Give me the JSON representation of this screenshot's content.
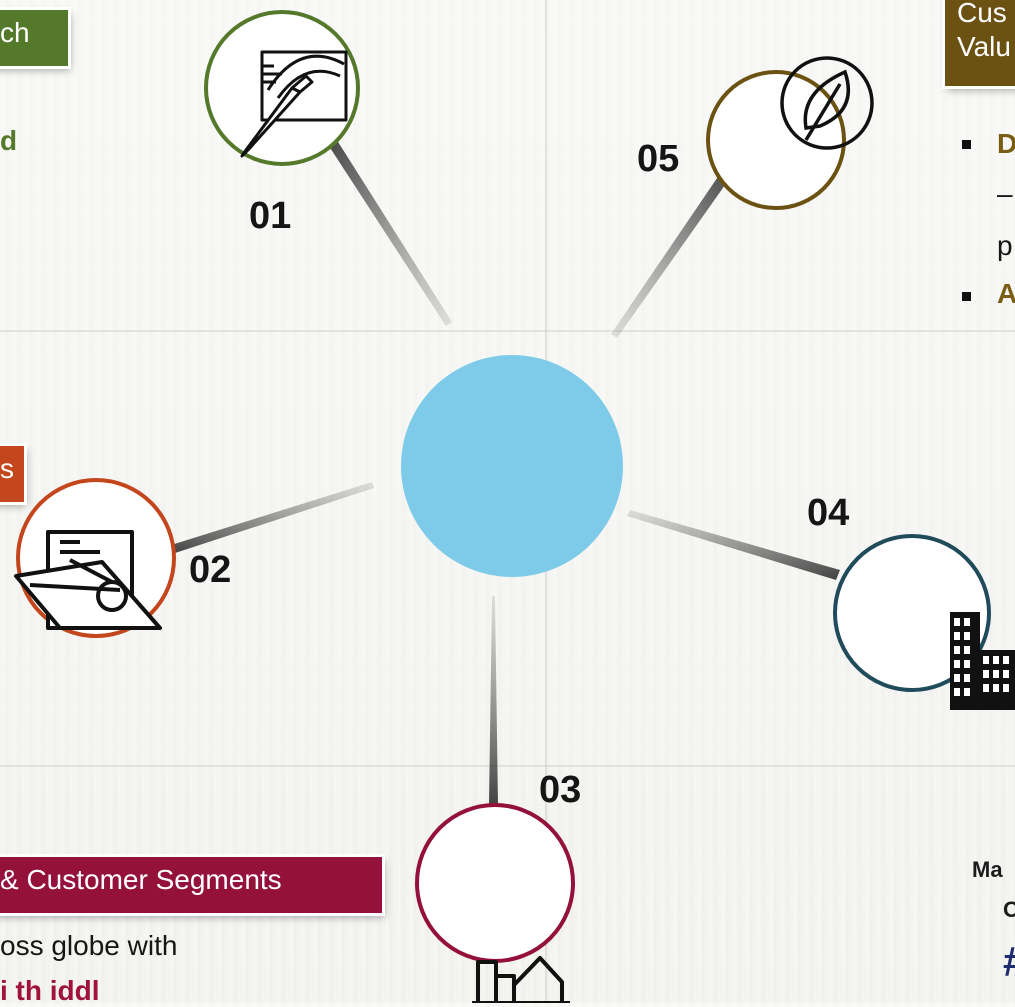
{
  "nodes": [
    {
      "number": "01",
      "icon": "pen-drawing-icon",
      "color": "#55792a"
    },
    {
      "number": "02",
      "icon": "rolled-blueprint-icon",
      "color": "#c3461c"
    },
    {
      "number": "03",
      "icon": "house-chart-icon",
      "color": "#93113a"
    },
    {
      "number": "04",
      "icon": "buildings-icon",
      "color": "#1f4b5b"
    },
    {
      "number": "05",
      "icon": "leaf-icon",
      "color": "#6b5212"
    }
  ],
  "center": {
    "color": "#7ecbe9"
  },
  "labels": {
    "green": "ch",
    "orange": "s",
    "red": "& Customer Segments",
    "brown_line1": "Cus",
    "brown_line2": "Valu"
  },
  "left_text": {
    "green_word": "d"
  },
  "right_text": {
    "bullet1_bold": "D",
    "bullet1_dash": "–",
    "bullet1_cont": "p",
    "bullet2_bold": "A"
  },
  "bottom_text": {
    "line1": "oss globe with",
    "line2_bold": "i    th  iddl"
  },
  "bottom_right": {
    "line1": "Ma",
    "line2": "O",
    "hashtag": "#"
  }
}
